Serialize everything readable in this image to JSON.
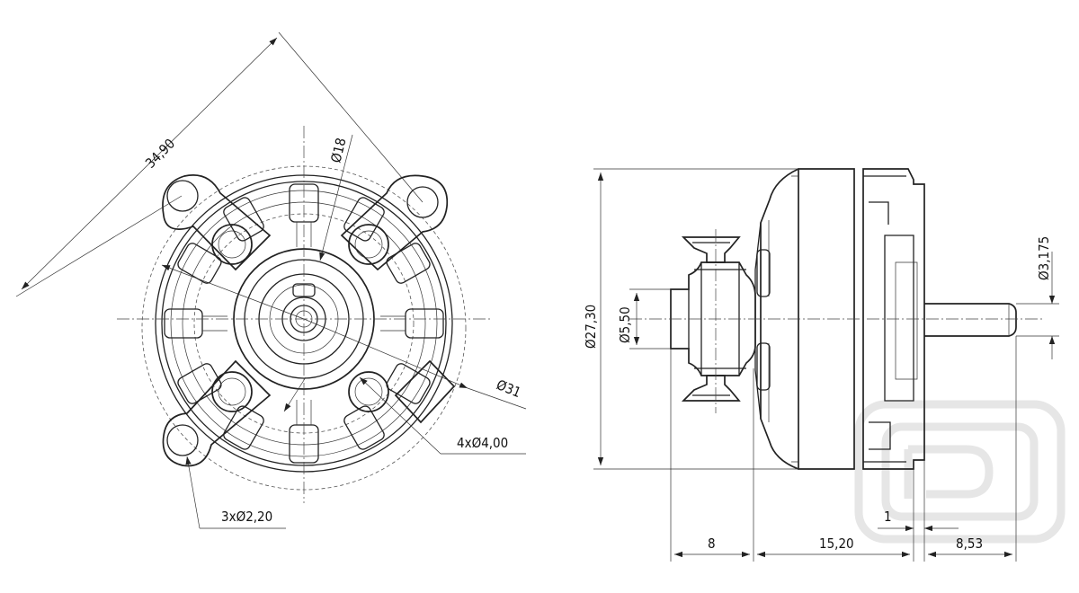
{
  "dimensions": {
    "diagonal": "34,90",
    "hub_diameter": "Ø18",
    "outer_diameter": "Ø31",
    "mount_holes": "4xØ4,00",
    "screw_holes": "3xØ2,20",
    "body_diameter": "Ø27,30",
    "boss_diameter": "Ø5,50",
    "shaft_diameter": "Ø3,175",
    "offset": "1",
    "front_length": "8",
    "body_length": "15,20",
    "shaft_length": "8,53"
  }
}
